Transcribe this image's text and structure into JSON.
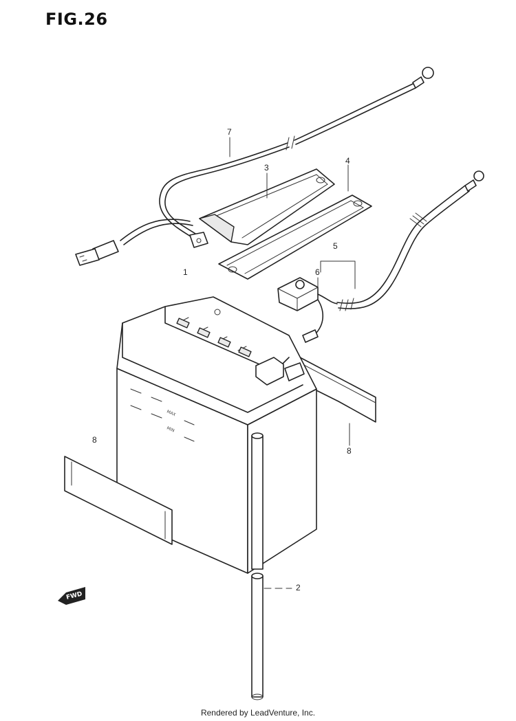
{
  "figure": {
    "title": "FIG.26"
  },
  "callouts": [
    {
      "id": "1",
      "label": "1"
    },
    {
      "id": "2",
      "label": "2"
    },
    {
      "id": "3",
      "label": "3"
    },
    {
      "id": "4",
      "label": "4"
    },
    {
      "id": "5",
      "label": "5"
    },
    {
      "id": "6",
      "label": "6"
    },
    {
      "id": "7",
      "label": "7"
    },
    {
      "id": "8a",
      "label": "8"
    },
    {
      "id": "8b",
      "label": "8"
    }
  ],
  "battery_markings": {
    "max": "MAX",
    "min": "MIN"
  },
  "direction_badge": "FWD",
  "footer": {
    "text": "Rendered by LeadVenture, Inc."
  }
}
